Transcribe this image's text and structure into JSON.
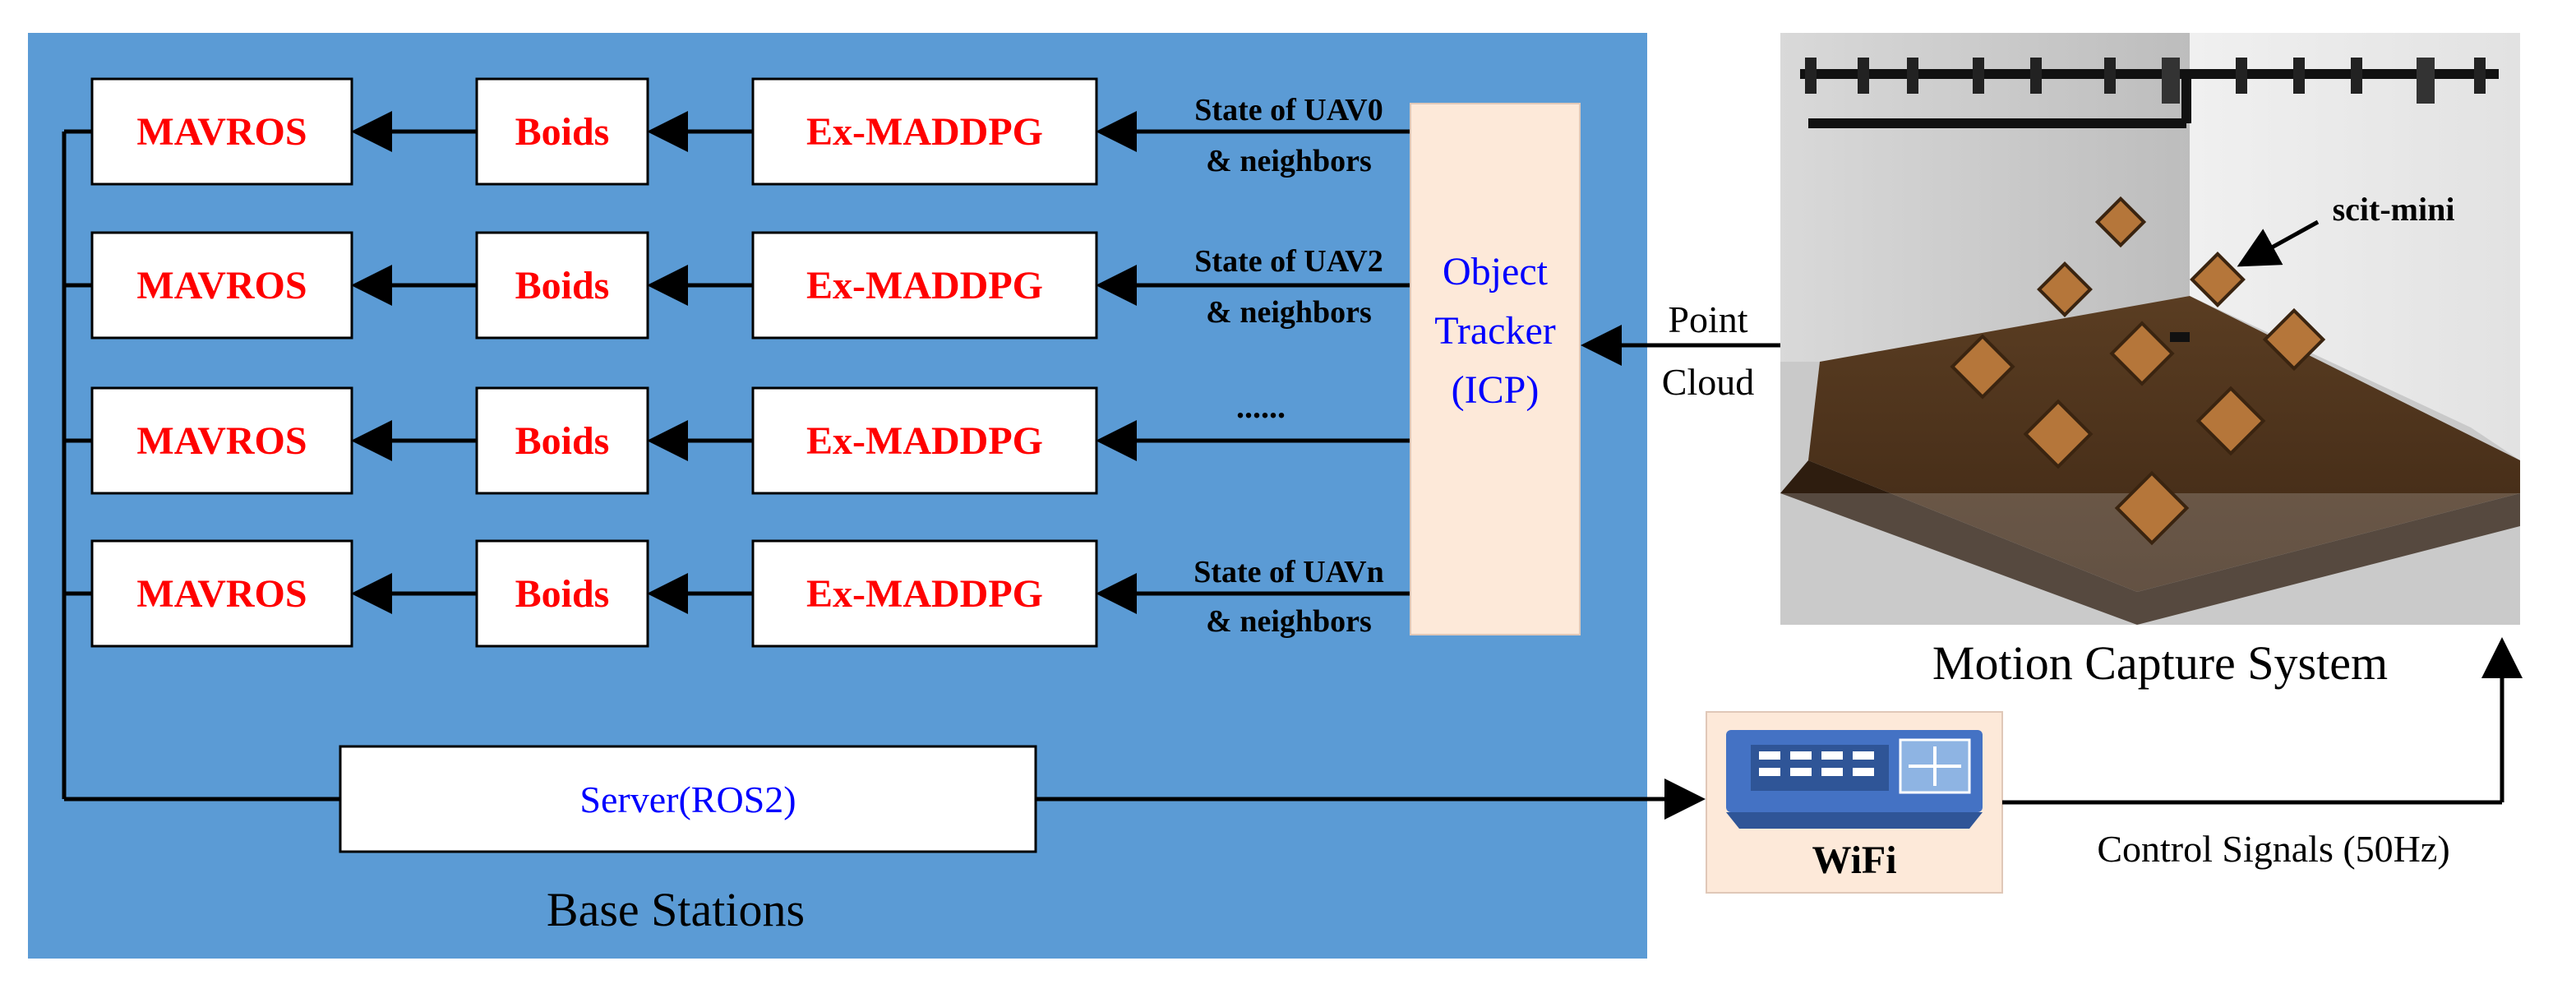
{
  "base_station": {
    "title": "Base Stations",
    "rows": [
      {
        "mavros": "MAVROS",
        "boids": "Boids",
        "maddpg": "Ex-MADDPG",
        "input_line1": "State of UAV0",
        "input_line2": "& neighbors"
      },
      {
        "mavros": "MAVROS",
        "boids": "Boids",
        "maddpg": "Ex-MADDPG",
        "input_line1": "State of UAV2",
        "input_line2": "& neighbors"
      },
      {
        "mavros": "MAVROS",
        "boids": "Boids",
        "maddpg": "Ex-MADDPG",
        "input_line1": "......",
        "input_line2": ""
      },
      {
        "mavros": "MAVROS",
        "boids": "Boids",
        "maddpg": "Ex-MADDPG",
        "input_line1": "State of UAVn",
        "input_line2": "& neighbors"
      }
    ],
    "tracker": {
      "line1": "Object",
      "line2": "Tracker",
      "line3": "(ICP)"
    },
    "server": "Server(ROS2)"
  },
  "point_cloud": {
    "line1": "Point",
    "line2": "Cloud"
  },
  "wifi": {
    "label": "WiFi"
  },
  "control_signals": "Control Signals (50Hz)",
  "motion_capture": {
    "title": "Motion Capture System",
    "annotation": "scit-mini"
  },
  "colors": {
    "panel_blue": "#5b9bd5",
    "module_red": "#ff0000",
    "tracker_fill": "#fde9d9",
    "link_blue": "#0000ff",
    "wifi_blue": "#4472c4"
  },
  "icons": [
    "wifi-router-icon",
    "arrow-icon"
  ]
}
